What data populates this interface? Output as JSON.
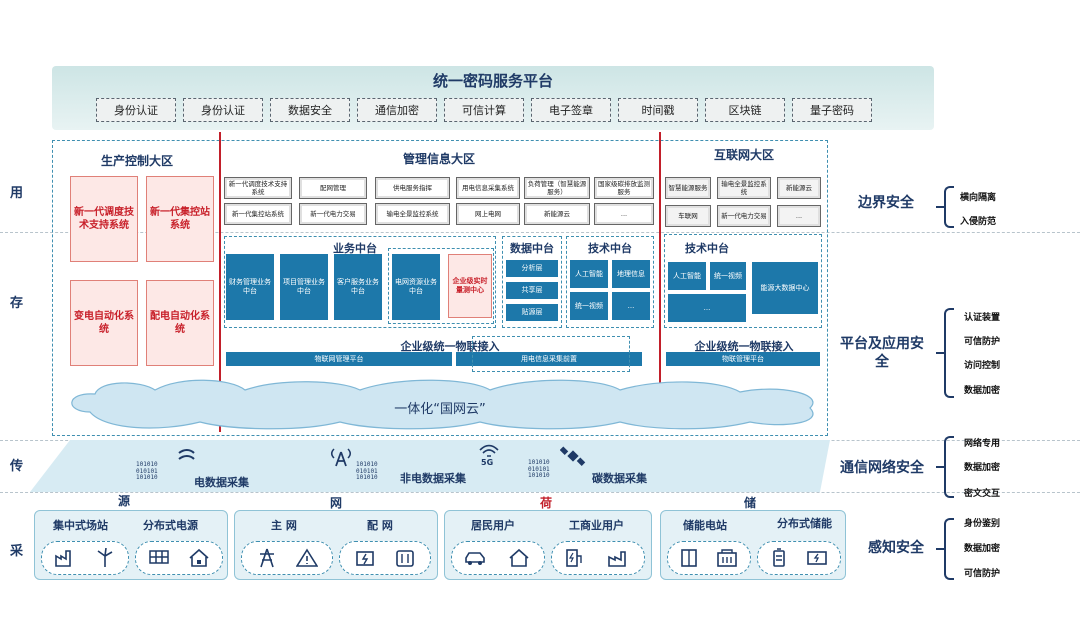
{
  "banner": {
    "title": "统一密码服务平台",
    "services": [
      "身份认证",
      "身份认证",
      "数据安全",
      "通信加密",
      "可信计算",
      "电子签章",
      "时间戳",
      "区块链",
      "量子密码"
    ]
  },
  "layers": {
    "use": "用",
    "store": "存",
    "transmit": "传",
    "collect": "采"
  },
  "production": {
    "title": "生产控制大区",
    "systems": [
      "新一代调度技术支持系统",
      "新一代集控站系统",
      "变电自动化系统",
      "配电自动化系统"
    ]
  },
  "management": {
    "title": "管理信息大区",
    "systems_row1": [
      "新一代调度技术支持系统",
      "配网管理",
      "供电服务指挥",
      "用电信息采集系统",
      "负荷管理（智慧能源服务）",
      "国家级碳排放监测服务"
    ],
    "systems_row2": [
      "新一代集控站系统",
      "新一代电力交易",
      "输电全景监控系统",
      "网上电网",
      "新能源云",
      "..."
    ],
    "business_center": {
      "title": "业务中台",
      "items": [
        "财务管理业务中台",
        "项目管理业务中台",
        "客户服务业务中台",
        "电网资源业务中台",
        "企业级实时量测中心"
      ]
    },
    "data_center": {
      "title": "数据中台",
      "items": [
        "分析层",
        "共享层",
        "贴源层"
      ]
    },
    "tech_center": {
      "title": "技术中台",
      "items": [
        "人工智能",
        "地理信息",
        "统一视频",
        "..."
      ]
    },
    "iot": {
      "title": "企业级统一物联接入",
      "platforms": [
        "物联网管理平台",
        "用电信息采集前置"
      ]
    }
  },
  "internet": {
    "title": "互联网大区",
    "systems_row1": [
      "智慧能源服务",
      "输电全景监控系统",
      "新能源云"
    ],
    "systems_row2": [
      "车联网",
      "新一代电力交易",
      "..."
    ],
    "tech_center": {
      "title": "技术中台",
      "items": [
        "人工智能",
        "统一视频",
        "...",
        "能源大数据中心"
      ]
    },
    "iot": {
      "title": "企业级统一物联接入",
      "platform": "物联管理平台"
    }
  },
  "cloud": "一体化“国网云”",
  "transmission": {
    "binary": "101010\n010101\n101010",
    "items": [
      "电数据采集",
      "非电数据采集",
      "碳数据采集"
    ],
    "fiveg": "5G"
  },
  "collect": {
    "groups": [
      {
        "head": "源",
        "items": [
          "集中式场站",
          "分布式电源"
        ]
      },
      {
        "head": "网",
        "items": [
          "主 网",
          "配 网"
        ]
      },
      {
        "head": "荷",
        "items": [
          "居民用户",
          "工商业用户"
        ]
      },
      {
        "head": "储",
        "items": [
          "储能电站",
          "分布式储能"
        ]
      }
    ]
  },
  "security": [
    {
      "label": "边界安全",
      "items": [
        "横向隔离",
        "入侵防范"
      ]
    },
    {
      "label": "平台及应用安全",
      "items": [
        "认证装置",
        "可信防护",
        "访问控制",
        "数据加密"
      ]
    },
    {
      "label": "通信网络安全",
      "items": [
        "网络专用",
        "数据加密",
        "密文交互"
      ]
    },
    {
      "label": "感知安全",
      "items": [
        "身份鉴别",
        "数据加密",
        "可信防护"
      ]
    }
  ],
  "colors": {
    "primary": "#1d78aa",
    "accent_red": "#c21f2a",
    "navy": "#1f3a66",
    "pink": "#fde8e6"
  }
}
